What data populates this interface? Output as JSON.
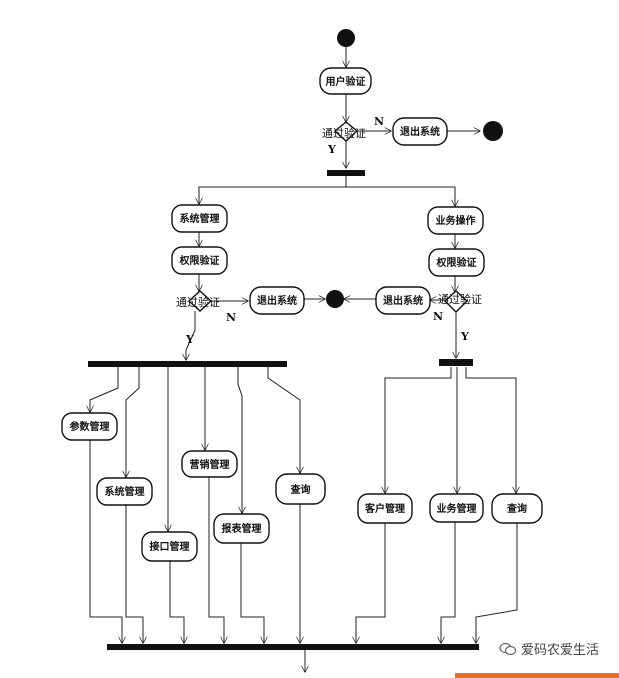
{
  "nodes": {
    "user_auth": "用户验证",
    "exit_top": "退出系统",
    "sys_mgmt": "系统管理",
    "biz_op": "业务操作",
    "perm_left": "权限验证",
    "perm_right": "权限验证",
    "exit_left": "退出系统",
    "exit_right": "退出系统",
    "param_mgmt": "参数管理",
    "sys_mgmt_sub": "系统管理",
    "iface_mgmt": "接口管理",
    "marketing_mgmt": "营销管理",
    "report_mgmt": "报表管理",
    "query_left": "查询",
    "customer_mgmt": "客户管理",
    "biz_mgmt": "业务管理",
    "query_right": "查询"
  },
  "conditions": {
    "auth_top": "通过验证",
    "auth_left": "通过验证",
    "auth_right": "通过验证"
  },
  "edge_labels": {
    "top_n": "N",
    "top_y": "Y",
    "left_n": "N",
    "left_y": "Y",
    "right_n": "N",
    "right_y": "Y"
  },
  "watermark": {
    "text": "爱码农爱生活",
    "icon": "wechat-icon"
  }
}
